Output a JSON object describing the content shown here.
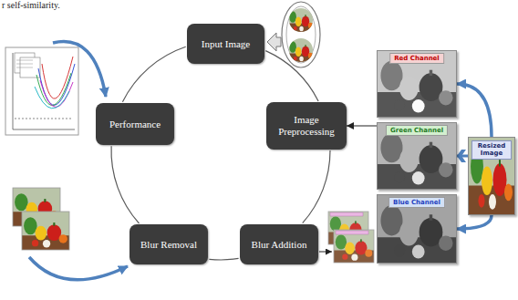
{
  "diagram": {
    "nodes": [
      {
        "text": [
          "Input Image"
        ]
      },
      {
        "text": [
          "Image Preprocessing"
        ]
      },
      {
        "text": [
          "Blur Addition"
        ]
      },
      {
        "text": [
          "Blur Removal"
        ]
      },
      {
        "text": [
          "Performance"
        ]
      },
      {
        "text": [
          "Red Channel"
        ]
      },
      {
        "text": [
          "Green Channel"
        ]
      },
      {
        "text": [
          "Blue Channel"
        ]
      },
      {
        "text": [
          "Resized Image"
        ]
      }
    ],
    "edges": [
      {
        "from": 0,
        "to": 1,
        "arrow": "none"
      },
      {
        "from": 1,
        "to": 2,
        "arrow": "none"
      },
      {
        "from": 2,
        "to": 3,
        "arrow": "none"
      },
      {
        "from": 3,
        "to": 4,
        "arrow": "none"
      },
      {
        "from": 4,
        "to": 0,
        "arrow": "none"
      },
      {
        "from": 6,
        "to": 1,
        "arrow": "to"
      },
      {
        "from": 8,
        "to": 5,
        "arrow": "to"
      },
      {
        "from": 8,
        "to": 6,
        "arrow": "to"
      },
      {
        "from": 8,
        "to": 7,
        "arrow": "to"
      }
    ],
    "labels": [
      "r self-similarity."
    ]
  }
}
